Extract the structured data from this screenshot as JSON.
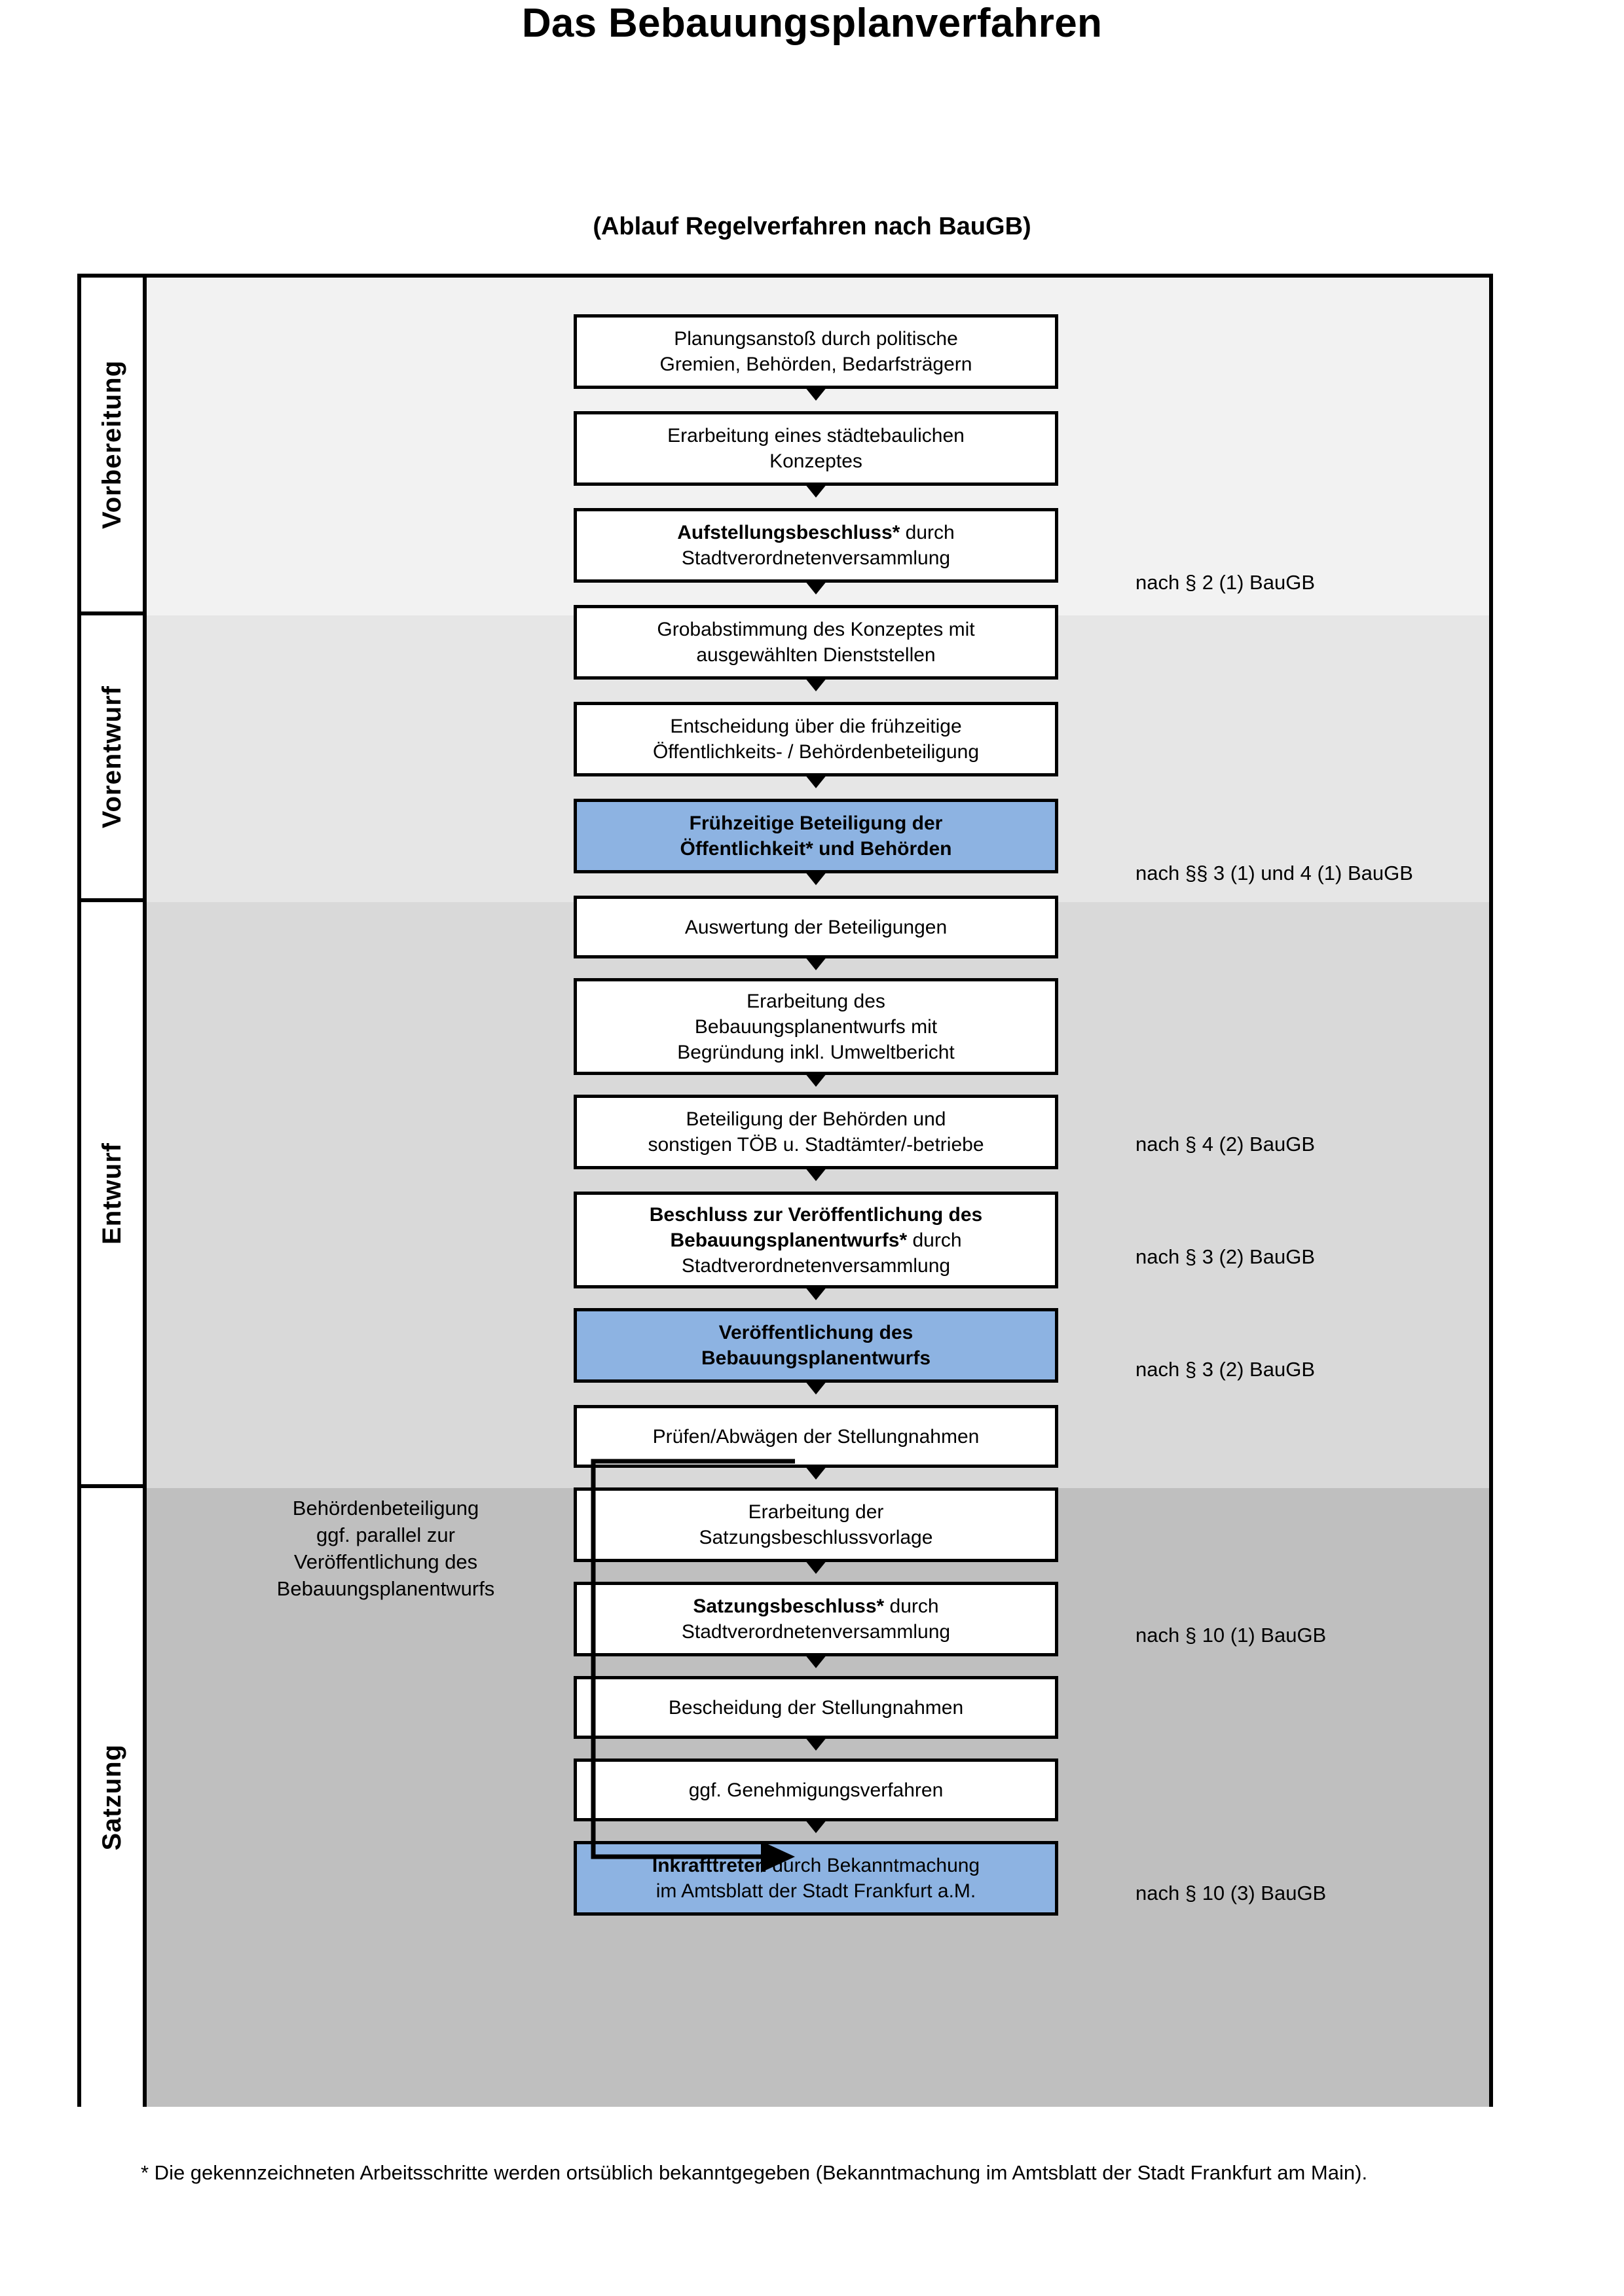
{
  "title": "Das Bebauungsplanverfahren",
  "subtitle": "(Ablauf Regelverfahren nach BauGB)",
  "phases": [
    {
      "label": "Vorbereitung",
      "band_color": "#f2f2f2"
    },
    {
      "label": "Vorentwurf",
      "band_color": "#e6e6e6"
    },
    {
      "label": "Entwurf",
      "band_color": "#d9d9d9"
    },
    {
      "label": "Satzung",
      "band_color": "#bfbfbf"
    }
  ],
  "colors": {
    "highlight_blue": "#8db3e2",
    "border_black": "#000000",
    "box_white": "#ffffff"
  },
  "nodes": [
    {
      "id": "n1",
      "phase": "Vorbereitung",
      "highlight": false,
      "lines": [
        {
          "text": "Planungsanstoß durch politische",
          "bold": false
        },
        {
          "text": "Gremien, Behörden, Bedarfsträgern",
          "bold": false
        }
      ]
    },
    {
      "id": "n2",
      "phase": "Vorbereitung",
      "highlight": false,
      "lines": [
        {
          "text": "Erarbeitung eines städtebaulichen",
          "bold": false
        },
        {
          "text": "Konzeptes",
          "bold": false
        }
      ]
    },
    {
      "id": "n3",
      "phase": "Vorbereitung",
      "highlight": false,
      "lines": [
        {
          "text": "Aufstellungsbeschluss*",
          "bold": true,
          "suffix": " durch"
        },
        {
          "text": "Stadtverordnetenversammlung",
          "bold": false
        }
      ]
    },
    {
      "id": "n4",
      "phase": "Vorentwurf",
      "highlight": false,
      "lines": [
        {
          "text": "Grobabstimmung des Konzeptes mit",
          "bold": false
        },
        {
          "text": "ausgewählten Dienststellen",
          "bold": false
        }
      ]
    },
    {
      "id": "n5",
      "phase": "Vorentwurf",
      "highlight": false,
      "lines": [
        {
          "text": "Entscheidung über die frühzeitige",
          "bold": false
        },
        {
          "text": "Öffentlichkeits- / Behördenbeteiligung",
          "bold": false
        }
      ]
    },
    {
      "id": "n6",
      "phase": "Vorentwurf",
      "highlight": true,
      "lines": [
        {
          "text": "Frühzeitige Beteiligung der",
          "bold": true
        },
        {
          "text": "Öffentlichkeit* und Behörden",
          "bold": true
        }
      ]
    },
    {
      "id": "n7",
      "phase": "Entwurf",
      "highlight": false,
      "lines": [
        {
          "text": "Auswertung der Beteiligungen",
          "bold": false
        }
      ]
    },
    {
      "id": "n8",
      "phase": "Entwurf",
      "highlight": false,
      "lines": [
        {
          "text": "Erarbeitung des",
          "bold": false
        },
        {
          "text": "Bebauungsplanentwurfs mit",
          "bold": false
        },
        {
          "text": "Begründung inkl. Umweltbericht",
          "bold": false
        }
      ]
    },
    {
      "id": "n9",
      "phase": "Entwurf",
      "highlight": false,
      "lines": [
        {
          "text": "Beteiligung der Behörden und",
          "bold": false
        },
        {
          "text": "sonstigen TÖB u. Stadtämter/-betriebe",
          "bold": false
        }
      ]
    },
    {
      "id": "n10",
      "phase": "Entwurf",
      "highlight": false,
      "lines": [
        {
          "text": "Beschluss zur Veröffentlichung des",
          "bold": true
        },
        {
          "text": "Bebauungsplanentwurfs*",
          "bold": true,
          "suffix": " durch"
        },
        {
          "text": "Stadtverordnetenversammlung",
          "bold": false
        }
      ]
    },
    {
      "id": "n11",
      "phase": "Entwurf",
      "highlight": true,
      "lines": [
        {
          "text": "Veröffentlichung des",
          "bold": true
        },
        {
          "text": "Bebauungsplanentwurfs",
          "bold": true
        }
      ]
    },
    {
      "id": "n12",
      "phase": "Satzung",
      "highlight": false,
      "lines": [
        {
          "text": "Prüfen/Abwägen der Stellungnahmen",
          "bold": false
        }
      ]
    },
    {
      "id": "n13",
      "phase": "Satzung",
      "highlight": false,
      "lines": [
        {
          "text": "Erarbeitung der",
          "bold": false
        },
        {
          "text": "Satzungsbeschlussvorlage",
          "bold": false
        }
      ]
    },
    {
      "id": "n14",
      "phase": "Satzung",
      "highlight": false,
      "lines": [
        {
          "text": "Satzungsbeschluss*",
          "bold": true,
          "suffix": " durch"
        },
        {
          "text": "Stadtverordnetenversammlung",
          "bold": false
        }
      ]
    },
    {
      "id": "n15",
      "phase": "Satzung",
      "highlight": false,
      "lines": [
        {
          "text": "Bescheidung der Stellungnahmen",
          "bold": false
        }
      ]
    },
    {
      "id": "n16",
      "phase": "Satzung",
      "highlight": false,
      "lines": [
        {
          "text": "ggf. Genehmigungsverfahren",
          "bold": false
        }
      ]
    },
    {
      "id": "n17",
      "phase": "Satzung",
      "highlight": true,
      "lines": [
        {
          "text": "Inkrafttreten",
          "bold": true,
          "suffix": " durch Bekanntmachung"
        },
        {
          "text": "im Amtsblatt der Stadt Frankfurt a.M.",
          "bold": false
        }
      ]
    }
  ],
  "legal_refs": [
    {
      "id": "l1",
      "text": "nach § 2 (1) BauGB",
      "for_node": "n3"
    },
    {
      "id": "l2",
      "text": "nach §§ 3 (1) und 4 (1) BauGB",
      "for_node": "n6"
    },
    {
      "id": "l3",
      "text": "nach § 4 (2) BauGB",
      "for_node": "n9"
    },
    {
      "id": "l4",
      "text": "nach § 3 (2) BauGB",
      "for_node": "n10"
    },
    {
      "id": "l5",
      "text": "nach § 3 (2) BauGB",
      "for_node": "n11"
    },
    {
      "id": "l6",
      "text": "nach § 10 (1) BauGB",
      "for_node": "n14"
    },
    {
      "id": "l7",
      "text": "nach § 10 (3) BauGB",
      "for_node": "n17"
    }
  ],
  "sidenote": {
    "lines": [
      "Behördenbeteiligung",
      "ggf. parallel zur",
      "Veröffentlichung des",
      "Bebauungsplanentwurfs"
    ]
  },
  "footnote": "* Die gekennzeichneten Arbeitsschritte werden ortsüblich bekanntgegeben (Bekanntmachung im Amtsblatt  der Stadt Frankfurt am Main)."
}
